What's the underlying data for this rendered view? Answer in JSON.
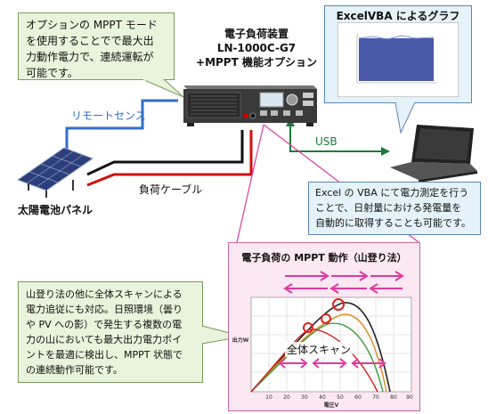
{
  "device": {
    "title_line1": "電子負荷装置",
    "title_line2": "LN-1000C-G7",
    "title_line3": "+MPPT 機能オプション"
  },
  "callouts": {
    "mppt_mode": [
      "オプションの MPPT モード",
      "を使用することでで最大出",
      "力動作電力で、連続運転が",
      "可能です。"
    ],
    "vba": [
      "Excel の VBA にて電力測定を行う",
      "ことで、日射量における発電量を",
      "自動的に取得することも可能です。"
    ],
    "hill": [
      "山登り法の他に全体スキャンによる",
      "電力追従にも対応。日照環境（曇り",
      "や PV への影）で発生する複数の電",
      "力の山においても最大出力電力ポイ",
      "ントを最適に検出し、MPPT 状態で",
      "の連続動作可能です。"
    ]
  },
  "labels": {
    "remote_sense": "リモートセンス",
    "usb": "USB",
    "load_cable": "負荷ケーブル",
    "solar_panel": "太陽電池パネル",
    "excel_graph": "ExcelVBA によるグラフ",
    "mppt_title": "電子負荷の MPPT 動作（山登り法）",
    "full_scan": "全体スキャン"
  },
  "mini_chart": {
    "y_label": "出力W",
    "x_label": "電圧V",
    "x_ticks": [
      "10",
      "20",
      "30",
      "40",
      "50",
      "60",
      "70",
      "80",
      "90"
    ]
  },
  "colors": {
    "blue_wire": "#2f6fc8",
    "red_wire": "#d01010",
    "usb_wire": "#1d7a3a",
    "pink_arrow": "#e03aa0",
    "pink_frame": "#c8669a"
  }
}
